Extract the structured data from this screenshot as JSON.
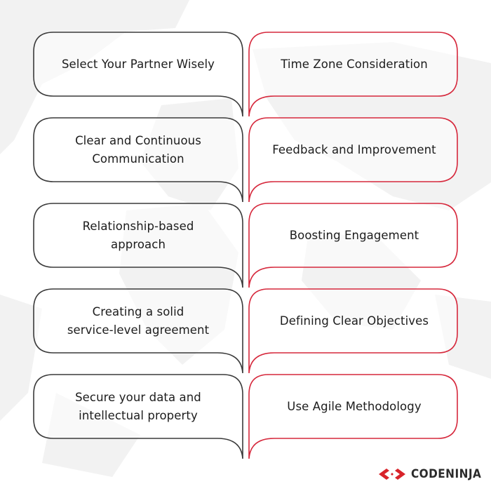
{
  "colors": {
    "left_border": "#3a3a3a",
    "right_border": "#d6283c",
    "text": "#1c1c1c",
    "map": "#f1f1f1",
    "logo_red": "#d8232a",
    "logo_text": "#2b2b2b"
  },
  "left_column": [
    {
      "lines": [
        "Select Your Partner Wisely"
      ]
    },
    {
      "lines": [
        "Clear and Continuous",
        "Communication"
      ]
    },
    {
      "lines": [
        "Relationship-based",
        "approach"
      ]
    },
    {
      "lines": [
        "Creating a solid",
        "service-level agreement"
      ]
    },
    {
      "lines": [
        "Secure your data and",
        "intellectual property"
      ]
    }
  ],
  "right_column": [
    {
      "lines": [
        "Time Zone Consideration"
      ]
    },
    {
      "lines": [
        "Feedback and Improvement"
      ]
    },
    {
      "lines": [
        "Boosting Engagement"
      ]
    },
    {
      "lines": [
        "Defining Clear Objectives"
      ]
    },
    {
      "lines": [
        "Use Agile Methodology"
      ]
    }
  ],
  "logo": {
    "icon": "code-brackets-icon",
    "text": "CODENINJA"
  }
}
